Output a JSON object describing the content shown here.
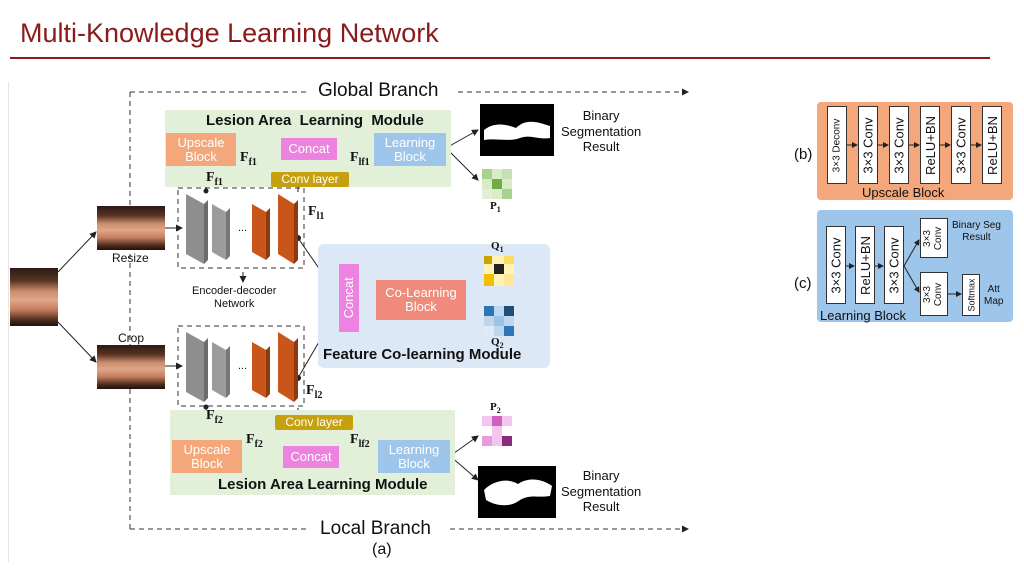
{
  "slide": {
    "title": "Multi-Knowledge Learning Network"
  },
  "diagram_a": {
    "global_branch": "Global Branch",
    "local_branch": "Local Branch",
    "caption": "(a)",
    "resize": "Resize",
    "crop": "Crop",
    "encoder_decoder": "Encoder-decoder\nNetwork",
    "dots": "...",
    "top_module": {
      "title": "Lesion Area  Learning  Module",
      "upscale": "Upscale\nBlock",
      "concat": "Concat",
      "learning": "Learning\nBlock",
      "conv_layer": "Conv layer",
      "f_f1_prime": "F",
      "f_f1_prime_sub": "f1",
      "f_lf1": "F",
      "f_lf1_sub": "lf1",
      "f_f1": "F",
      "f_f1_sub": "f1",
      "f_l1": "F",
      "f_l1_sub": "l1"
    },
    "bottom_module": {
      "title": "Lesion Area Learning Module",
      "upscale": "Upscale\nBlock",
      "concat": "Concat",
      "learning": "Learning\nBlock",
      "conv_layer": "Conv layer",
      "f_f2_prime": "F",
      "f_f2_prime_sub": "f2",
      "f_lf2": "F",
      "f_lf2_sub": "lf2",
      "f_f2": "F",
      "f_f2_sub": "f2",
      "f_l2": "F",
      "f_l2_sub": "l2"
    },
    "colearning": {
      "title": "Feature Co-learning Module",
      "concat": "Concat",
      "block": "Co-Learning\nBlock",
      "q1": "Q",
      "q1_sub": "1",
      "q2": "Q",
      "q2_sub": "2"
    },
    "outputs": {
      "seg_label_top": "Binary\nSegmentation\nResult",
      "seg_label_bottom": "Binary\nSegmentation\nResult",
      "p1": "P",
      "p1_sub": "1",
      "p2": "P",
      "p2_sub": "2"
    }
  },
  "diagram_b": {
    "label": "(b)",
    "name": "Upscale Block",
    "layers": [
      "3×3 Deconv",
      "3×3 Conv",
      "3×3 Conv",
      "ReLU+BN",
      "3×3 Conv",
      "ReLU+BN"
    ]
  },
  "diagram_c": {
    "label": "(c)",
    "name": "Learning Block",
    "layers": [
      "3×3 Conv",
      "ReLU+BN",
      "3×3 Conv"
    ],
    "branch_top_conv": "3×3\nConv",
    "branch_top_out": "Binary Seg\nResult",
    "branch_bottom_conv": "3×3\nConv",
    "softmax": "Softmax",
    "branch_bottom_out": "Att\nMap"
  },
  "colors": {
    "title": "#8b1a1a",
    "upscale": "#f4a77a",
    "concat": "#ee82e0",
    "learning": "#9ec5ea",
    "conv_layer": "#c7a010",
    "module_bg": "#e2efd9"
  }
}
